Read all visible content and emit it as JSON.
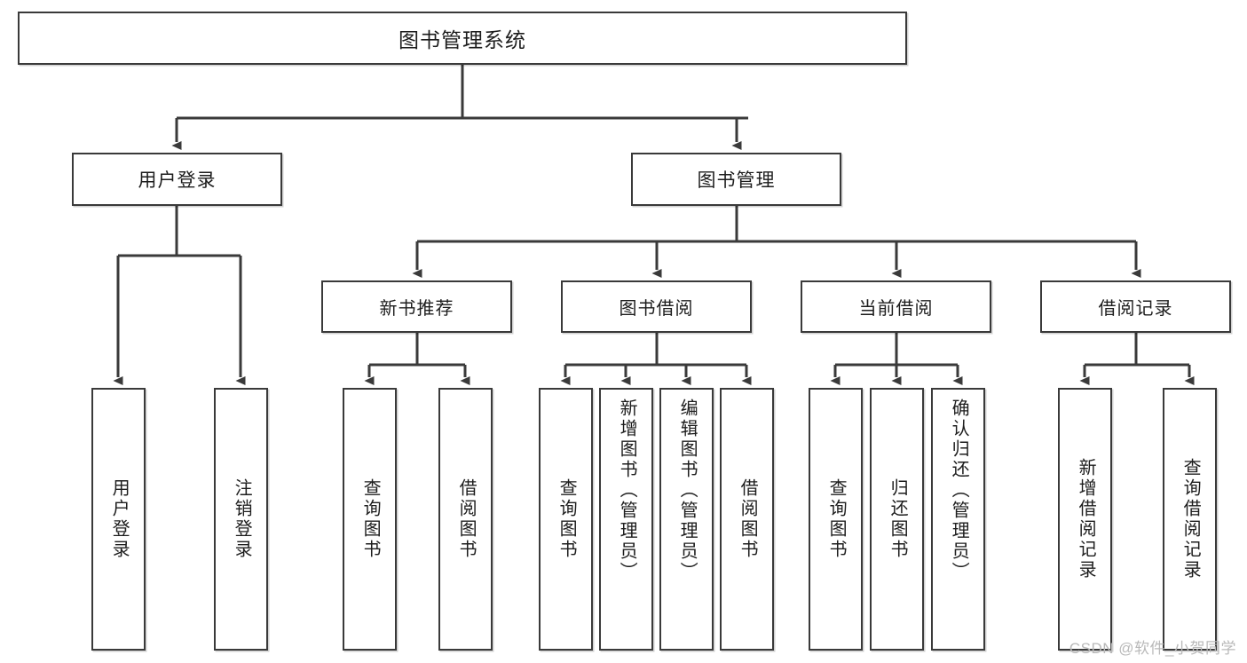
{
  "diagram": {
    "title": "图书管理系统",
    "type": "tree-hierarchy-chart",
    "edge_color": "#3a3a3a",
    "box_border_color": "#3a3a3a",
    "box_fill_color": "#ffffff",
    "text_color": "#1d1d1d"
  },
  "root": {
    "label": "图书管理系统"
  },
  "level2": [
    {
      "label": "用户登录"
    },
    {
      "label": "图书管理"
    }
  ],
  "level3": [
    {
      "label": "新书推荐"
    },
    {
      "label": "图书借阅"
    },
    {
      "label": "当前借阅"
    },
    {
      "label": "借阅记录"
    }
  ],
  "leaves": {
    "user_login": [
      {
        "label": "用户登录"
      },
      {
        "label": "注销登录"
      }
    ],
    "new_book_recommend": [
      {
        "label": "查询图书"
      },
      {
        "label": "借阅图书"
      }
    ],
    "book_borrow": [
      {
        "label": "查询图书"
      },
      {
        "label": "新增图书（管理员）"
      },
      {
        "label": "编辑图书（管理员）"
      },
      {
        "label": "借阅图书"
      }
    ],
    "current_borrow": [
      {
        "label": "查询图书"
      },
      {
        "label": "归还图书"
      },
      {
        "label": "确认归还（管理员）"
      }
    ],
    "borrow_record": [
      {
        "label": "新增借阅记录"
      },
      {
        "label": "查询借阅记录"
      }
    ]
  },
  "watermark": {
    "text": "CSDN @软件_小贺同学"
  }
}
